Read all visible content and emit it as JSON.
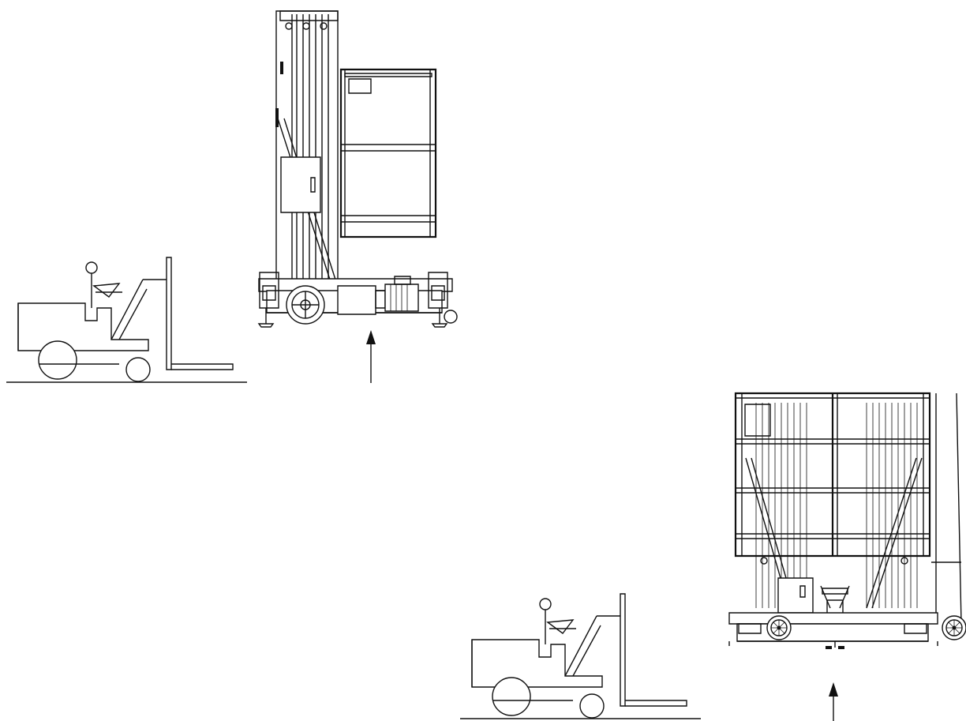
{
  "diagram": {
    "panels": [
      {
        "id": "top",
        "elements": [
          "forklift",
          "mast-lift-single",
          "lift-point-arrow"
        ]
      },
      {
        "id": "bottom",
        "elements": [
          "forklift",
          "mast-lift-dual",
          "lift-point-arrow"
        ]
      }
    ],
    "colors": {
      "line": "#111111",
      "background": "#ffffff"
    }
  }
}
